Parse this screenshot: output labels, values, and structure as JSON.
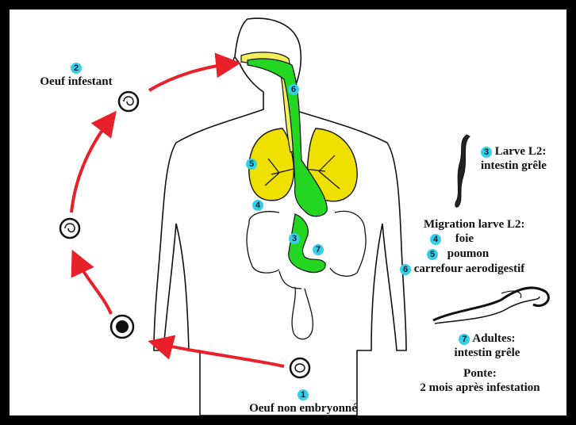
{
  "colors": {
    "arrow": "#e8202a",
    "airway": "#f5f05a",
    "digestive": "#22d622",
    "lung": "#f0e000",
    "marker": "#35d0e8",
    "outline": "#111111"
  },
  "labels": {
    "egg_infective": {
      "num": "2",
      "text": "Oeuf infestant"
    },
    "egg_unembryonated": {
      "num": "1",
      "text": "Oeuf non embryonné"
    },
    "larva": {
      "num": "3",
      "line1": "Larve L2:",
      "line2": "intestin grêle"
    },
    "migration": {
      "title": "Migration larve L2:",
      "items": [
        {
          "num": "4",
          "text": "foie"
        },
        {
          "num": "5",
          "text": "poumon"
        },
        {
          "num": "6",
          "text": "carrefour aerodigestif"
        }
      ]
    },
    "adults": {
      "num": "7",
      "line1": "Adultes:",
      "line2": "intestin grêle"
    },
    "laying": {
      "line1": "Ponte:",
      "line2": "2 mois après infestation"
    }
  },
  "body_markers": [
    "6",
    "5",
    "4",
    "3",
    "7"
  ]
}
